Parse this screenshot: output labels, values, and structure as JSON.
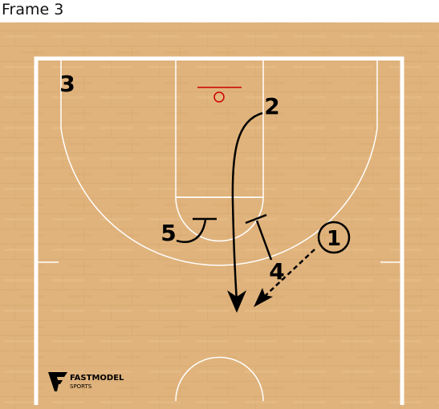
{
  "frame_title": "Frame 3",
  "players": {
    "p1": "1",
    "p2": "2",
    "p3": "3",
    "p4": "4",
    "p5": "5"
  },
  "logo": {
    "brand": "FASTMODEL",
    "sub": "SPORTS"
  },
  "colors": {
    "court": "#e0b37c",
    "court_lines": "#ffffff",
    "rim": "#cc0000",
    "ink": "#000000"
  }
}
